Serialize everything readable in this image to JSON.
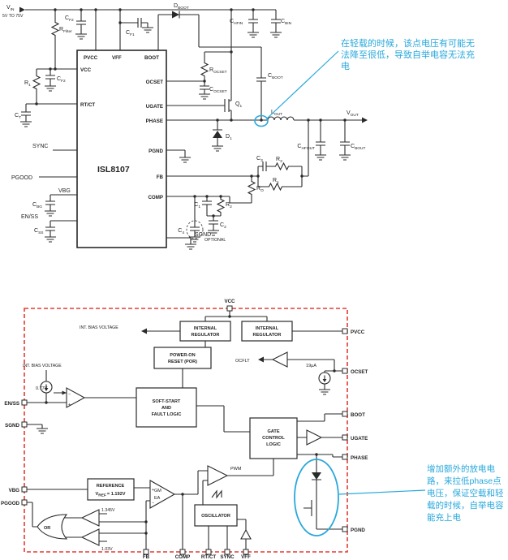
{
  "colors": {
    "line": "#2a2a2a",
    "accent_cyan": "#29a8dc",
    "border_red": "#e23b33"
  },
  "top": {
    "vin_m": "V",
    "vin_s": "IN",
    "vin_range": "5V TO 75V",
    "rfilter_m": "R",
    "rfilter_s": "Filter",
    "cf2a_m": "C",
    "cf2a_s": "F2",
    "cf2b_m": "C",
    "cf2b_s": "F2",
    "dboot_m": "D",
    "dboot_s": "BOOT",
    "cf1_m": "C",
    "cf1_s": "F1",
    "chfin_m": "C",
    "chfin_s": "HFIN",
    "cbin_m": "C",
    "cbin_s": "BIN",
    "pvcc": "PVCC",
    "vff": "VFF",
    "boot": "BOOT",
    "vcc": "VCC",
    "rtct": "RT/CT",
    "ocset": "OCSET",
    "ugate": "UGATE",
    "phase": "PHASE",
    "pgnd": "PGND",
    "fb": "FB",
    "comp": "COMP",
    "sync": "SYNC",
    "pgood": "PGOOD",
    "vbg": "VBG",
    "enss": "EN/SS",
    "sgnd": "SGND",
    "chip": "ISL8107",
    "r1a_m": "R",
    "r1a_s": "1",
    "ct_m": "C",
    "ct_s": "T",
    "cbg_m": "C",
    "cbg_s": "BG",
    "css_m": "C",
    "css_s": "SS",
    "rocset_m": "R",
    "rocset_s": "OCSET",
    "cocset_m": "C",
    "cocset_s": "OCSET",
    "cboot_m": "C",
    "cboot_s": "BOOT",
    "q1_m": "Q",
    "q1_s": "1",
    "lout_m": "L",
    "lout_s": "OUT",
    "vout_m": "V",
    "vout_s": "OUT",
    "d1_m": "D",
    "d1_s": "1",
    "chfout_m": "C",
    "chfout_s": "HFOUT",
    "cbout_m": "C",
    "cbout_s": "BOUT",
    "c3_m": "C",
    "c3_s": "3",
    "r3_m": "R",
    "r3_s": "3",
    "r1b_m": "R",
    "r1b_s": "1",
    "c1_m": "C",
    "c1_s": "1",
    "r2_m": "R",
    "r2_s": "2",
    "c2_m": "C",
    "c2_s": "2",
    "ro_m": "R",
    "ro_s": "O",
    "c4_m": "C",
    "c4_s": "4",
    "optional": "OPTIONAL"
  },
  "ann_top": {
    "l1": "在轻载的时候，该点电压有可能无",
    "l2": "法降至很低，导致自举电容无法充",
    "l3": "电"
  },
  "bottom": {
    "vcc": "VCC",
    "pvcc": "PVCC",
    "ocset": "OCSET",
    "boot": "BOOT",
    "ugate": "UGATE",
    "phase": "PHASE",
    "pgnd": "PGND",
    "enss": "EN/SS",
    "sgnd": "SGND",
    "vbg": "VBG",
    "pgood": "PGOOD",
    "fb": "FB",
    "comp": "COMP",
    "rtct": "RT/CT",
    "sync": "SYNC",
    "vff": "VFF",
    "reg_l1": "INTERNAL",
    "reg_l2": "REGULATOR",
    "bias_top": "INT. BIAS VOLTAGE",
    "bias_left": "INT. BIAS VOLTAGE",
    "por_l1": "POWER-ON",
    "por_l2": "RESET (POR)",
    "ss_l1": "SOFT-START",
    "ss_l2": "AND",
    "ss_l3": "FAULT LOGIC",
    "gc_l1": "GATE",
    "gc_l2": "CONTROL",
    "gc_l3": "LOGIC",
    "ref_l1": "REFERENCE",
    "ref_m": "V",
    "ref_s": "REF",
    "ref_eq": "= 1.192V",
    "gm": "GM",
    "ea": "EA",
    "pwm": "PWM",
    "osc": "OSCILLATOR",
    "or": "OR",
    "i19": "19µA",
    "ocflt": "OCFLT",
    "v077": "0.77V",
    "v1345": "1.345V",
    "v103": "1.03V",
    "plus": "+",
    "minus": "−"
  },
  "ann_bottom": {
    "l1": "增加额外的放电电",
    "l2": "路，来拉低phase点",
    "l3": "电压，保证空载和轻",
    "l4": "载的时候，自举电容",
    "l5": "能充上电"
  }
}
